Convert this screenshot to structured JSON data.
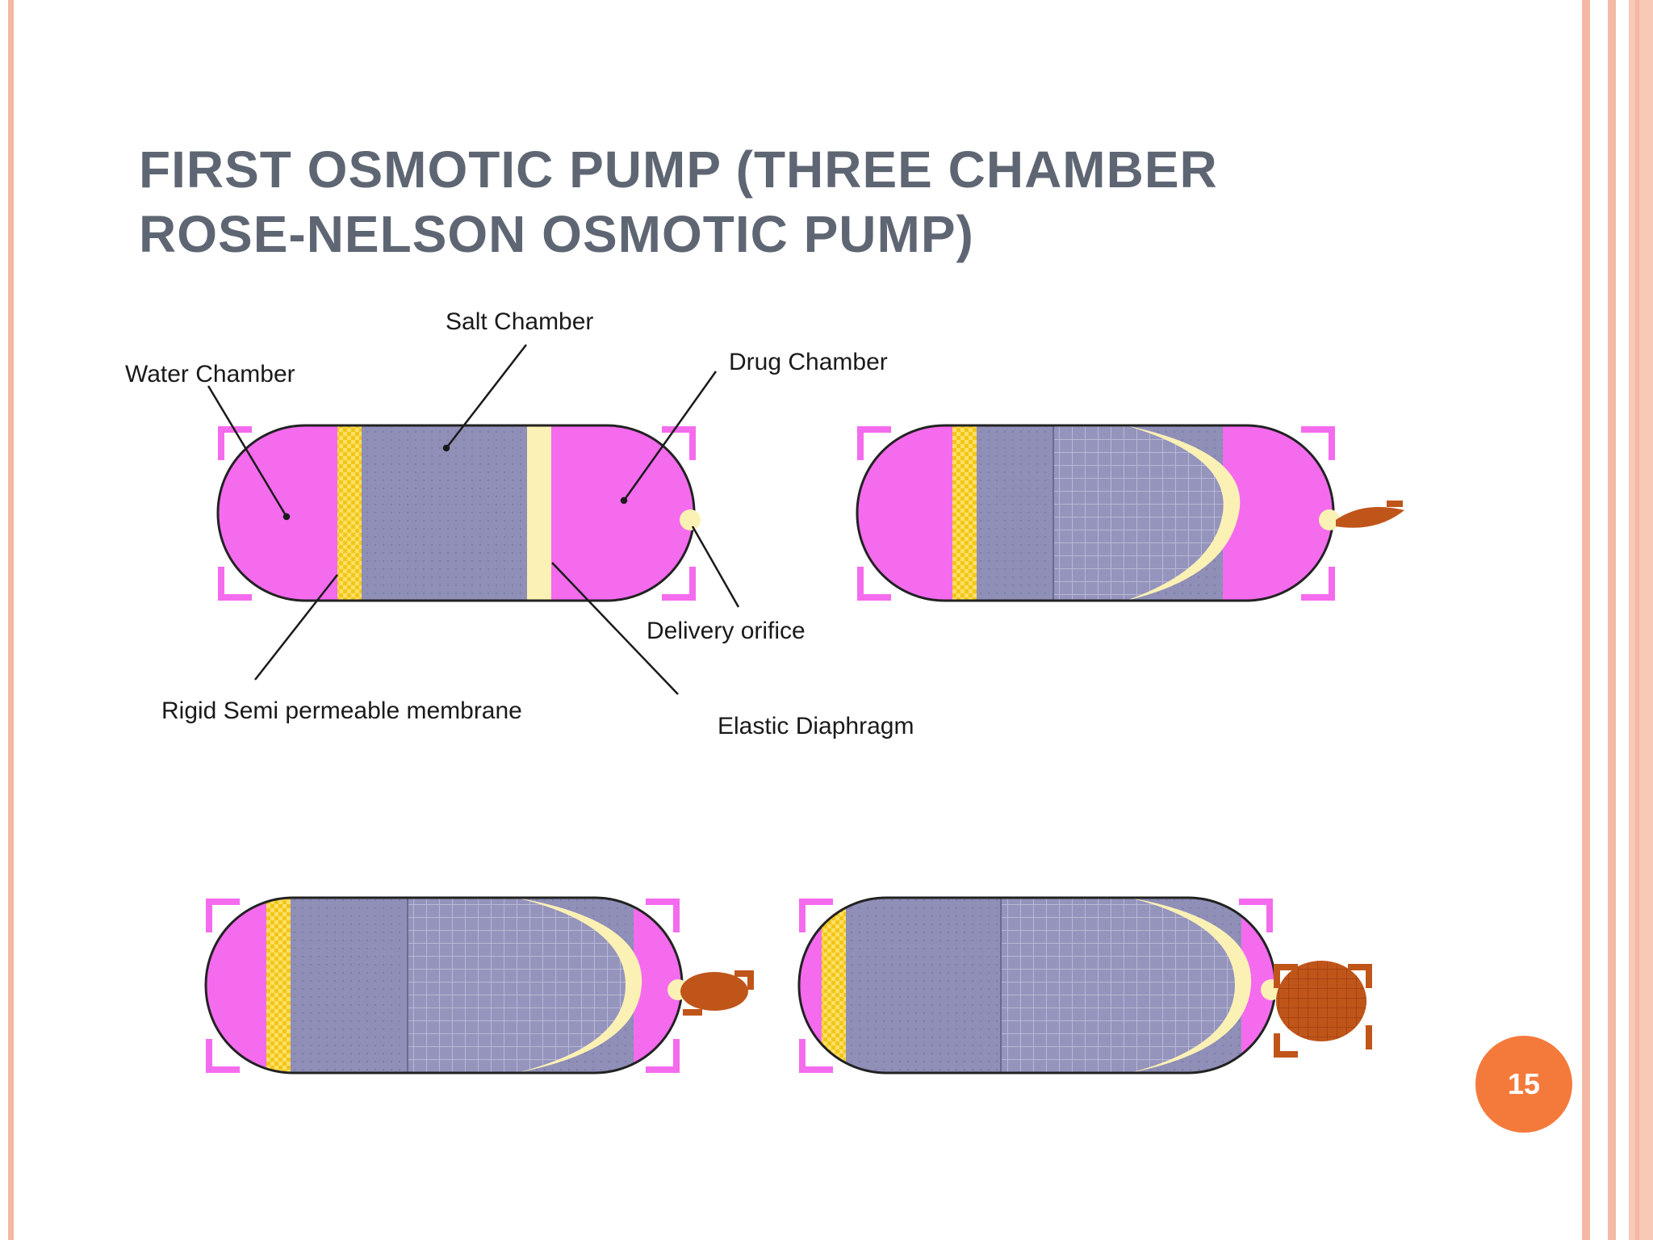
{
  "slide": {
    "title_line1": "FIRST OSMOTIC PUMP (THREE CHAMBER",
    "title_line2": "ROSE-NELSON OSMOTIC PUMP)",
    "page_number": "15"
  },
  "labels": {
    "salt_chamber": "Salt Chamber",
    "water_chamber": "Water Chamber",
    "drug_chamber": "Drug Chamber",
    "delivery_orifice": "Delivery orifice",
    "rigid_membrane": "Rigid Semi permeable membrane",
    "elastic_diaphragm": "Elastic Diaphragm"
  },
  "colors": {
    "water_chamber": "#f46bee",
    "salt_chamber": "#8f8fb8",
    "membrane": "#f2c618",
    "diaphragm": "#fbf1b4",
    "drug_release": "#c0551a",
    "frame": "#f3b9a4",
    "badge": "#f47a3c",
    "title": "#5f6673"
  }
}
